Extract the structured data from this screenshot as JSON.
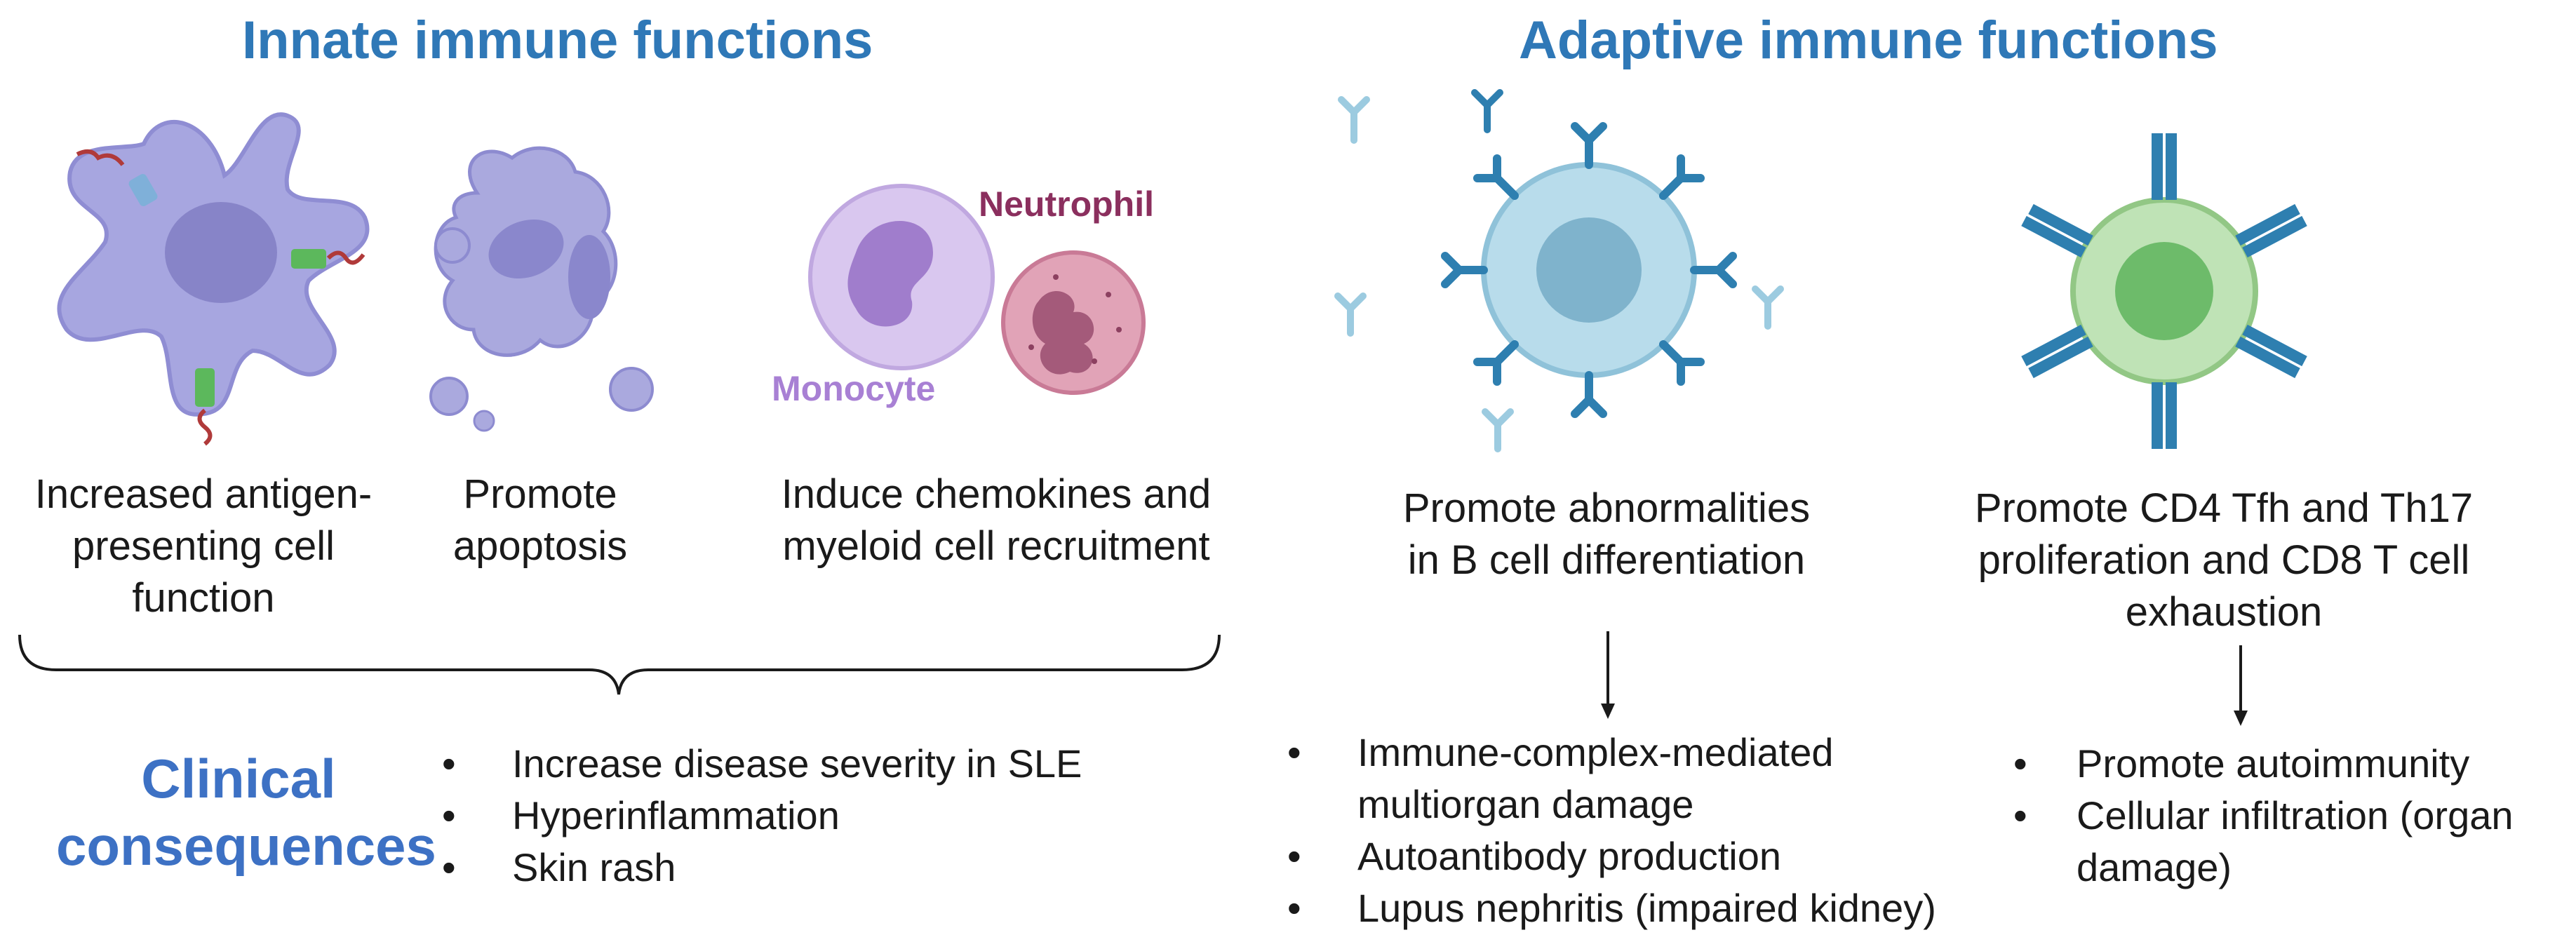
{
  "headings": {
    "innate": "Innate immune functions",
    "adaptive": "Adaptive immune functions"
  },
  "cell_labels": {
    "neutrophil": "Neutrophil",
    "monocyte": "Monocyte"
  },
  "innate_captions": [
    [
      "Increased antigen-",
      "presenting cell",
      "function"
    ],
    [
      "Promote",
      "apoptosis"
    ],
    [
      "Induce chemokines and",
      "myeloid cell recruitment"
    ]
  ],
  "adaptive_captions": [
    [
      "Promote abnormalities",
      "in B cell differentiation"
    ],
    [
      "Promote CD4 Tfh and Th17",
      "proliferation and CD8 T cell",
      "exhaustion"
    ]
  ],
  "clinical": {
    "title_line1": "Clinical",
    "title_line2": "consequences",
    "innate_bullets": [
      "Increase disease severity in SLE",
      "Hyperinflammation",
      "Skin rash"
    ],
    "b_cell_bullets": [
      "Immune-complex-mediated",
      "multiorgan damage",
      "Autoantibody production",
      "Lupus nephritis (impaired kidney)"
    ],
    "t_cell_bullets": [
      "Promote autoimmunity",
      "Cellular infiltration (organ",
      "damage)"
    ]
  },
  "colors": {
    "heading": "#2f78b7",
    "clinical": "#3d71c4",
    "dendritic": "#a7a6e0",
    "monocyte": "#c9b3e6",
    "neutrophil": "#d58ea7",
    "b_cell": "#9ccbe0",
    "t_cell": "#a9d8a0",
    "antibody": "#2e7fb0"
  }
}
